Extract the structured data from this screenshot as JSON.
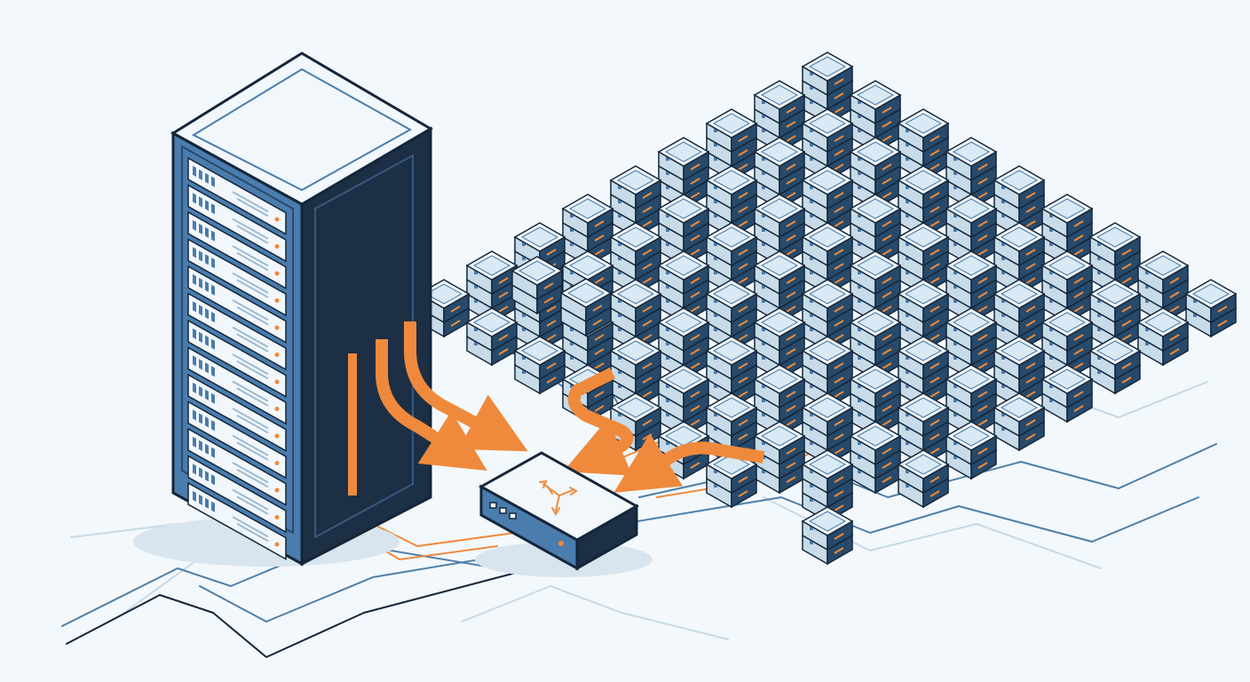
{
  "diagram": {
    "nodes": [
      {
        "id": "rack",
        "kind": "server-rack",
        "units": 13
      },
      {
        "id": "switch",
        "kind": "network-switch",
        "icon": "usb-fork-icon",
        "ports": 3
      },
      {
        "id": "cluster",
        "kind": "server-cluster",
        "rows": 9,
        "cols": 9
      }
    ],
    "flows": [
      {
        "from": "rack",
        "to": "switch",
        "arrows": 2
      },
      {
        "from": "cluster",
        "to": "switch",
        "arrows": 2
      }
    ],
    "links": [
      {
        "from": "cluster",
        "to": "switch"
      },
      {
        "from": "rack",
        "to": "switch"
      }
    ]
  },
  "colors": {
    "background": "#f3f8fc",
    "rack_dark": "#1d2f45",
    "rack_face": "#4a7cad",
    "node_top": "#d9eaf4",
    "node_side_light": "#c7dbe8",
    "node_side_dark": "#274a6b",
    "accent_orange": "#ef8a3c",
    "wire_blue": "#4f7fa8",
    "wire_pale": "#c6d9e6",
    "outline": "#14263a"
  }
}
